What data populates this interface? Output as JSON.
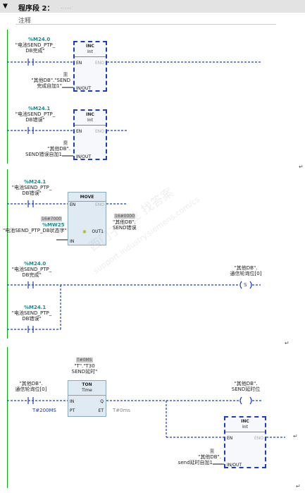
{
  "header": {
    "title": "程序段 2：",
    "subtitle": "......",
    "comment": "注释"
  },
  "network1": {
    "contact1": {
      "address": "%M24.0",
      "name1": "\"电池SEND_PTP_",
      "name2": "DB完成\""
    },
    "inc1": {
      "title": "INC",
      "type": "Int",
      "en": "EN",
      "eno": "ENO",
      "inout": "IN/OUT",
      "value": "1",
      "op_name1": "\"其他DB\".\"SEND",
      "op_name2": "完成自加1\""
    },
    "contact2": {
      "address": "%M24.1",
      "name1": "\"电池SEND_PTP_",
      "name2": "DB错误\""
    },
    "inc2": {
      "title": "INC",
      "type": "Int",
      "en": "EN",
      "eno": "ENO",
      "inout": "IN/OUT",
      "value": "0",
      "op_name1": "\"其他DB\".",
      "op_name2": "SEND错误自加1"
    }
  },
  "network2": {
    "contact1": {
      "address": "%M24.1",
      "name1": "\"电池SEND_PTP_",
      "name2": "DB错误\""
    },
    "move": {
      "title": "MOVE",
      "en": "EN",
      "eno": "ENO",
      "in": "IN",
      "out": "OUT1",
      "in_value": "16#7000",
      "in_addr": "%MW25",
      "in_name": "\"电池SEND_PTP_DB状态字\"",
      "out_value": "16#0000",
      "out_name1": "\"其他DB\".",
      "out_name2": "SEND错误"
    },
    "contact2": {
      "address": "%M24.0",
      "name1": "\"电池SEND_PTP_",
      "name2": "DB完成\""
    },
    "contact3": {
      "address": "%M24.1",
      "name1": "\"电池SEND_PTP_",
      "name2": "DB错误\""
    },
    "coil": {
      "name1": "\"其他DB\".",
      "name2": "通信轮询位[0]",
      "symbol": "S"
    }
  },
  "network3": {
    "contact1": {
      "name1": "\"其他DB\".",
      "name2": "通信轮询位[0]"
    },
    "ton": {
      "title": "TON",
      "type": "Time",
      "in": "IN",
      "q": "Q",
      "pt": "PT",
      "et": "ET",
      "pt_value": "T#200MS",
      "et_value": "T#0ms",
      "timer_value": "T#0MS",
      "timer_name1": "\"T\".\"T30",
      "timer_name2": "SEND延时\""
    },
    "coil": {
      "name1": "\"其他DB\".",
      "name2": "SEND延时位"
    },
    "inc": {
      "title": "INC",
      "type": "Int",
      "en": "EN",
      "eno": "ENO",
      "inout": "IN/OUT",
      "value": "1",
      "op_name1": "\"其他DB\".",
      "op_name2": "send延时自加1"
    }
  },
  "watermark": {
    "line1": "西门子工业 找答案",
    "line2": "support.industry.siemens.com/cs"
  },
  "colors": {
    "rail": "#00b400",
    "wire": "#1a3cc8",
    "teal": "#178a8a"
  }
}
